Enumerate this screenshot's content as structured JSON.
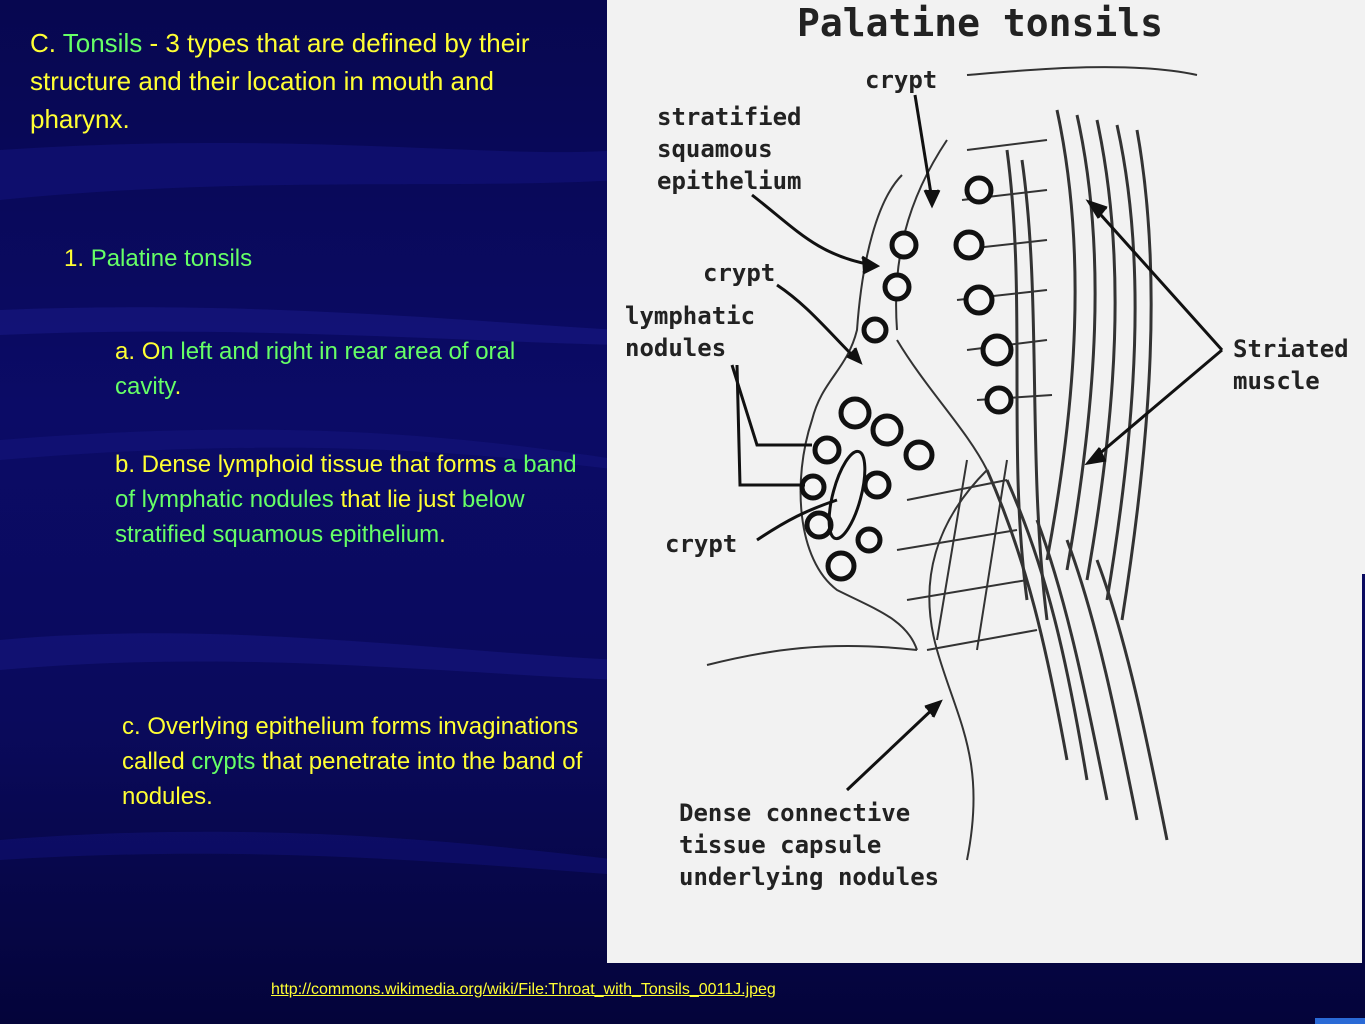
{
  "slide": {
    "title": {
      "prefix": "C. ",
      "highlight": "Tonsils",
      "rest": " - 3 types that are defined by their structure and their location in mouth and pharynx."
    },
    "item1": {
      "prefix": "1. ",
      "text": "Palatine tonsils"
    },
    "itemA": {
      "prefix": "a. ",
      "first_letter": "O",
      "text": "n left and right in rear area of oral cavity",
      "end": "."
    },
    "itemB": {
      "part1": "b. Dense lymphoid tissue that forms ",
      "part2": "a band of lymphatic nodules",
      "part3": " that lie just",
      "part4": " below stratified squamous epithelium",
      "part5": "."
    },
    "itemC": {
      "part1": "c. Overlying epithelium forms invaginations called ",
      "part2": "crypts",
      "part3": " that penetrate into the band of nodules."
    },
    "link": "http://commons.wikimedia.org/wiki/File:Throat_with_Tonsils_0011J.jpeg"
  },
  "figure": {
    "title": "Palatine tonsils",
    "labels": {
      "crypt_top": "crypt",
      "epithelium_1": "stratified",
      "epithelium_2": "squamous",
      "epithelium_3": "epithelium",
      "crypt_mid": "crypt",
      "nodules_1": "lymphatic",
      "nodules_2": "nodules",
      "crypt_low": "crypt",
      "muscle_1": "Striated",
      "muscle_2": "muscle",
      "capsule_1": "Dense connective",
      "capsule_2": "tissue capsule",
      "capsule_3": "underlying nodules"
    }
  },
  "colors": {
    "yellow": "#ffff33",
    "green": "#66ff66",
    "background": "#0a0a5a"
  }
}
